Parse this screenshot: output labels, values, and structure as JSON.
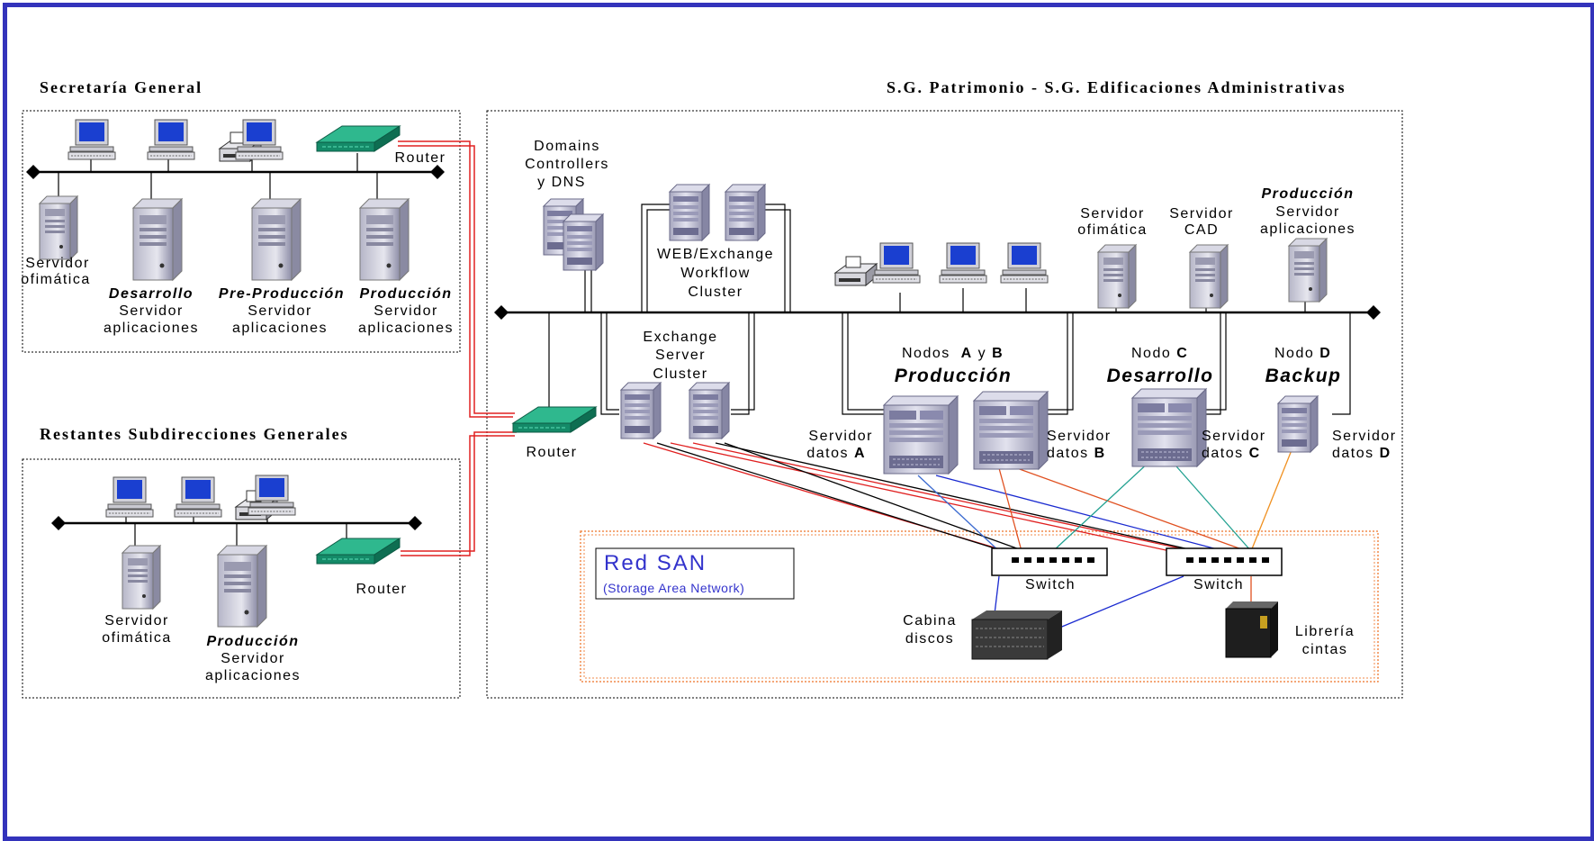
{
  "sections": {
    "left_top_title": "Secretaría General",
    "left_bottom_title": "Restantes Subdirecciones Generales",
    "right_title": "S.G. Patrimonio - S.G. Edificaciones Administrativas"
  },
  "sg": {
    "servidor_ofimatica": [
      "Servidor",
      "ofimática"
    ],
    "desarrollo": {
      "role": "Desarrollo",
      "l1": "Servidor",
      "l2": "aplicaciones"
    },
    "preproduccion": {
      "role": "Pre-Producción",
      "l1": "Servidor",
      "l2": "aplicaciones"
    },
    "produccion": {
      "role": "Producción",
      "l1": "Servidor",
      "l2": "aplicaciones"
    },
    "router": "Router"
  },
  "rsg": {
    "servidor_ofimatica": [
      "Servidor",
      "ofimática"
    ],
    "produccion": {
      "role": "Producción",
      "l1": "Servidor",
      "l2": "aplicaciones"
    },
    "router": "Router"
  },
  "center_router": "Router",
  "patrimonio": {
    "domains": [
      "Domains",
      "Controllers",
      "y DNS"
    ],
    "web_cluster": [
      "WEB/Exchange",
      "Workflow",
      "Cluster"
    ],
    "exchange_cluster": [
      "Exchange",
      "Server",
      "Cluster"
    ],
    "ofimatica": [
      "Servidor",
      "ofimática"
    ],
    "cad": [
      "Servidor",
      "CAD"
    ],
    "produccion_apps": {
      "role": "Producción",
      "l1": "Servidor",
      "l2": "aplicaciones"
    },
    "nodos_ab": {
      "prefix": "Nodos",
      "a": "A",
      "y": "y",
      "b": "B",
      "role": "Producción"
    },
    "nodo_c": {
      "prefix": "Nodo",
      "id": "C",
      "role": "Desarrollo"
    },
    "nodo_d": {
      "prefix": "Nodo",
      "id": "D",
      "role": "Backup"
    },
    "datos_a": {
      "l1": "Servidor",
      "l2": "datos",
      "id": "A"
    },
    "datos_b": {
      "l1": "Servidor",
      "l2": "datos",
      "id": "B"
    },
    "datos_c": {
      "l1": "Servidor",
      "l2": "datos",
      "id": "C"
    },
    "datos_d": {
      "l1": "Servidor",
      "l2": "datos",
      "id": "D"
    }
  },
  "san": {
    "title": "Red SAN",
    "subtitle": "(Storage Area Network)",
    "switch1": "Switch",
    "switch2": "Switch",
    "cabina": [
      "Cabina",
      "discos"
    ],
    "libreria": [
      "Librería",
      "cintas"
    ]
  },
  "colors": {
    "frame": "#3333bb",
    "wan_link": "#e02020",
    "router": "#1a9a78",
    "server": "#c4c4d6",
    "san_box": "#f08a4a",
    "san_text": "#3333cc"
  }
}
